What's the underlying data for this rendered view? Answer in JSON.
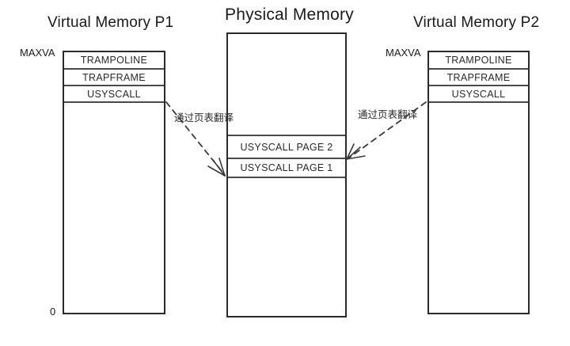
{
  "diagram": {
    "titles": {
      "virtual_p1": "Virtual Memory P1",
      "physical": "Physical Memory",
      "virtual_p2": "Virtual Memory P2"
    },
    "scale_labels": {
      "maxva_p1": "MAXVA",
      "maxva_p2": "MAXVA",
      "zero_p1": "0"
    },
    "virtual_memory_p1": {
      "segments": [
        {
          "label": "TRAMPOLINE"
        },
        {
          "label": "TRAPFRAME"
        },
        {
          "label": "USYSCALL"
        }
      ]
    },
    "virtual_memory_p2": {
      "segments": [
        {
          "label": "TRAMPOLINE"
        },
        {
          "label": "TRAPFRAME"
        },
        {
          "label": "USYSCALL"
        }
      ]
    },
    "physical_memory": {
      "segments": [
        {
          "label": "USYSCALL PAGE 2"
        },
        {
          "label": "USYSCALL PAGE 1"
        }
      ]
    },
    "annotations": {
      "left_arrow_label": "通过页表翻译",
      "right_arrow_label": "通过页表翻译"
    },
    "colors": {
      "box_border": "#2b2b2b",
      "segment_divider": "#4a4a4a",
      "text": "#1a1a1a",
      "arrow": "#3a3a3a",
      "background": "#ffffff"
    }
  }
}
